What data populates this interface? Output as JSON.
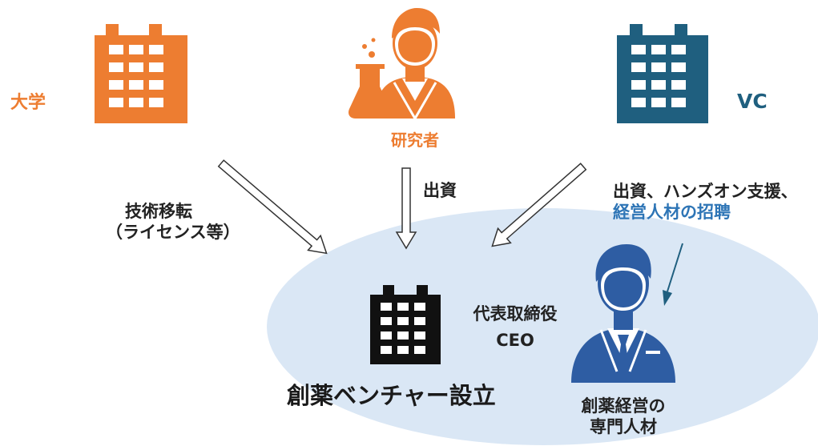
{
  "colors": {
    "orange": "#ED7D31",
    "navy": "#1F5F7F",
    "blue_person": "#2E5DA3",
    "ellipse": "#DAE7F5",
    "black": "#111111",
    "text": "#222222",
    "arrow_outline": "#333333"
  },
  "nodes": {
    "university": {
      "label": "大学",
      "icon": "building-icon"
    },
    "researcher": {
      "label": "研究者",
      "icon": "scientist-icon"
    },
    "vc": {
      "label": "VC",
      "icon": "building-icon"
    },
    "venture": {
      "label": "創薬ベンチャー設立",
      "icon": "building-icon"
    },
    "ceo_role": {
      "line1": "代表取締役",
      "line2": "CEO"
    },
    "talent": {
      "line1": "創薬経営の",
      "line2": "専門人材",
      "icon": "businessman-icon"
    }
  },
  "flows": {
    "tech_transfer": {
      "line1": "技術移転",
      "line2": "（ライセンス等）"
    },
    "investment": {
      "label": "出資"
    },
    "vc_support": {
      "line1": "出資、ハンズオン支援、",
      "line2": "経営人材の招聘"
    }
  }
}
